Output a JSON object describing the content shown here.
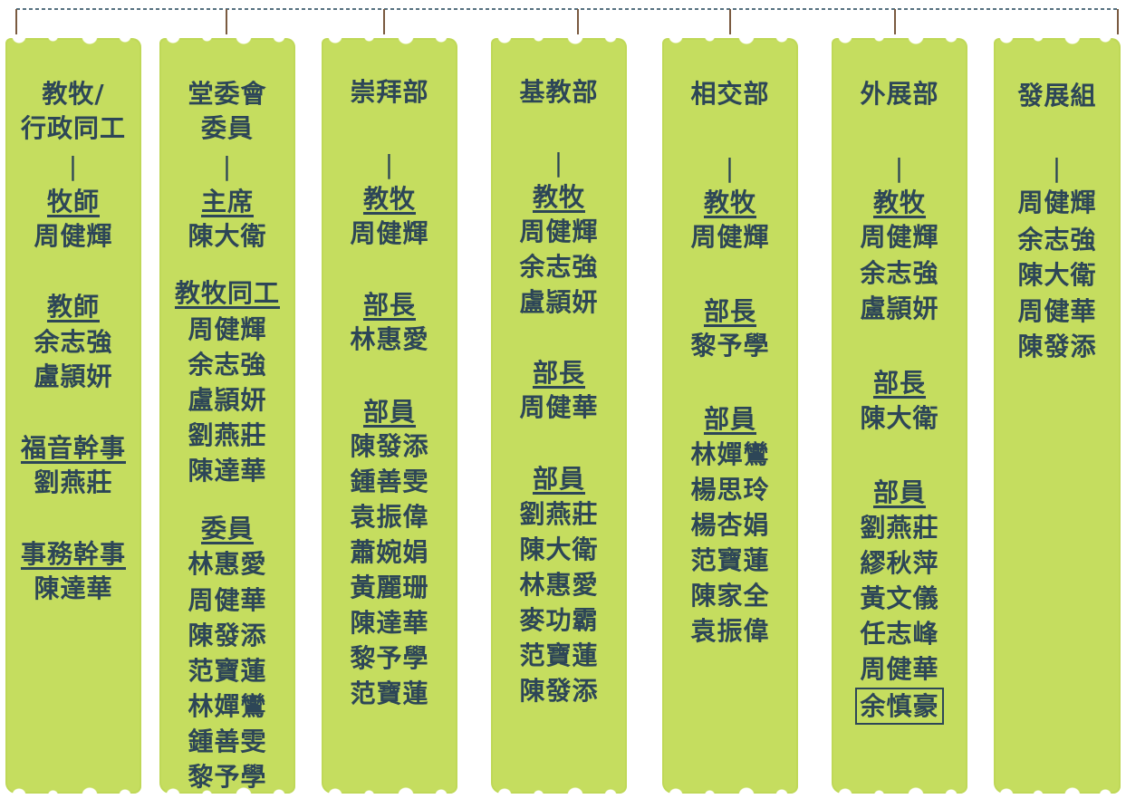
{
  "columns": [
    {
      "header": [
        "教牧/",
        "行政同工"
      ],
      "sections": [
        {
          "title": "牧師",
          "members": [
            "周健輝"
          ]
        },
        {
          "title": "教師",
          "members": [
            "余志強",
            "盧頴妍"
          ]
        },
        {
          "title": "福音幹事",
          "members": [
            "劉燕莊"
          ]
        },
        {
          "title": "事務幹事",
          "members": [
            "陳達華"
          ]
        }
      ]
    },
    {
      "header": [
        "堂委會",
        "委員"
      ],
      "sections": [
        {
          "title": "主席",
          "members": [
            "陳大衛"
          ]
        },
        {
          "title": "教牧同工",
          "members": [
            "周健輝",
            "余志強",
            "盧頴妍",
            "劉燕莊",
            "陳達華"
          ]
        },
        {
          "title": "委員",
          "members": [
            "林惠愛",
            "周健華",
            "陳發添",
            "范寶蓮",
            "林嬋鸞",
            "鍾善雯",
            "黎予學"
          ]
        }
      ]
    },
    {
      "header": [
        "崇拜部"
      ],
      "sections": [
        {
          "title": "教牧",
          "members": [
            "周健輝"
          ]
        },
        {
          "title": "部長",
          "members": [
            "林惠愛"
          ]
        },
        {
          "title": "部員",
          "members": [
            "陳發添",
            "鍾善雯",
            "袁振偉",
            "蕭婉娟",
            "黃麗珊",
            "陳達華",
            "黎予學",
            "范寶蓮"
          ]
        }
      ]
    },
    {
      "header": [
        "基教部"
      ],
      "sections": [
        {
          "title": "教牧",
          "members": [
            "周健輝",
            "余志強",
            "盧頴妍"
          ]
        },
        {
          "title": "部長",
          "members": [
            "周健華"
          ]
        },
        {
          "title": "部員",
          "members": [
            "劉燕莊",
            "陳大衛",
            "林惠愛",
            "麥功霸",
            "范寶蓮",
            "陳發添"
          ]
        }
      ]
    },
    {
      "header": [
        "相交部"
      ],
      "sections": [
        {
          "title": "教牧",
          "members": [
            "周健輝"
          ]
        },
        {
          "title": "部長",
          "members": [
            "黎予學"
          ]
        },
        {
          "title": "部員",
          "members": [
            "林嬋鸞",
            "楊思玲",
            "楊杏娟",
            "范寶蓮",
            "陳家全",
            "袁振偉"
          ]
        }
      ]
    },
    {
      "header": [
        "外展部"
      ],
      "sections": [
        {
          "title": "教牧",
          "members": [
            "周健輝",
            "余志強",
            "盧頴妍"
          ]
        },
        {
          "title": "部長",
          "members": [
            "陳大衛"
          ]
        },
        {
          "title": "部員",
          "members": [
            "劉燕莊",
            "繆秋萍",
            "黃文儀",
            "任志峰",
            "周健華",
            "余慎豪"
          ]
        }
      ]
    },
    {
      "header": [
        "發展組"
      ],
      "sections": [
        {
          "title": "",
          "members": [
            "周健輝",
            "余志強",
            "陳大衛",
            "周健華",
            "陳發添"
          ]
        }
      ]
    }
  ],
  "separator": "|",
  "colors": {
    "column_fill": "#c5dd5f",
    "text": "#2d4657",
    "connector": "#1f4257",
    "tick": "#7a5a40"
  }
}
